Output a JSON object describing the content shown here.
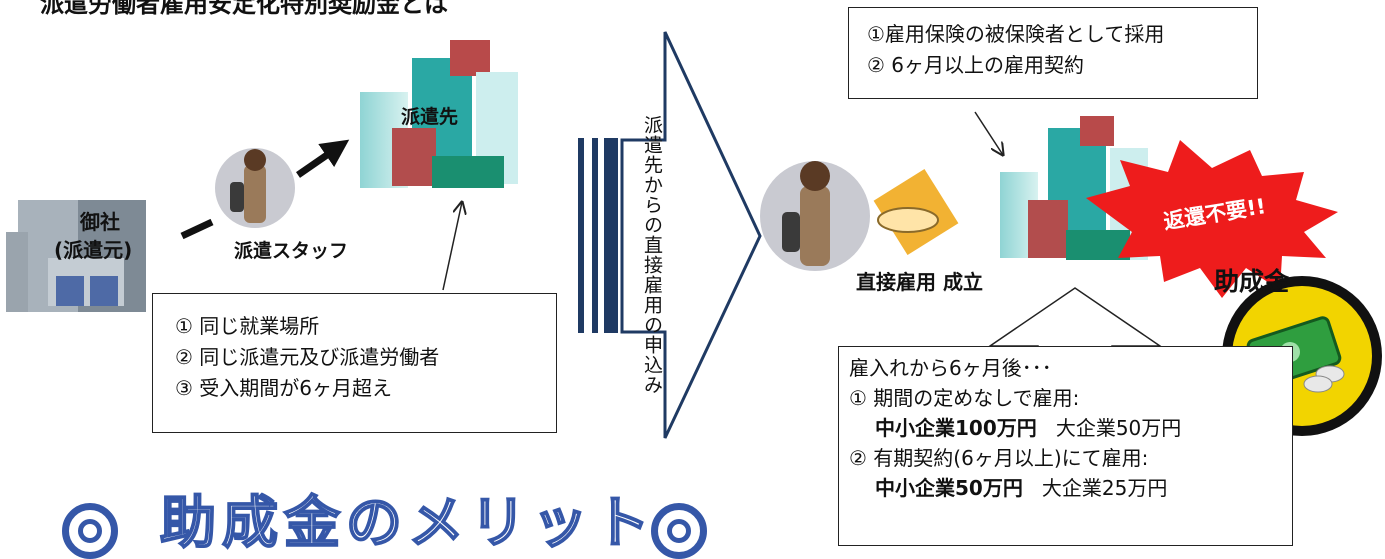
{
  "title": "派遣労働者雇用安定化特別奨励金とは",
  "left": {
    "company_line1": "御社",
    "company_line2": "(派遣元)",
    "staff_label": "派遣スタッフ",
    "destination_label": "派遣先",
    "conditions": [
      "① 同じ就業場所",
      "② 同じ派遣元及び派遣労働者",
      "③ 受入期間が6ヶ月超え"
    ]
  },
  "arrow_text": "派遣先からの直接雇用の申込み",
  "right": {
    "conditions": [
      "①雇用保険の被保険者として採用",
      "② 6ヶ月以上の雇用契約"
    ],
    "established_label": "直接雇用 成立",
    "burst_label": "返還不要!!",
    "grant_label": "助成金",
    "payout": {
      "intro": "雇入れから6ヶ月後･･･",
      "item1": "① 期間の定めなしで雇用:",
      "item1_sme": "中小企業100万円",
      "item1_large": "大企業50万円",
      "item2": "② 有期契約(6ヶ月以上)にて雇用:",
      "item2_sme": "中小企業50万円",
      "item2_large": "大企業25万円"
    }
  },
  "merit_heading": "助成金のメリット",
  "colors": {
    "arrow_outline": "#1f3a63",
    "merit_blue": "#3557a8",
    "burst_red": "#ee1c1c",
    "coin_yellow": "#f2d400"
  }
}
